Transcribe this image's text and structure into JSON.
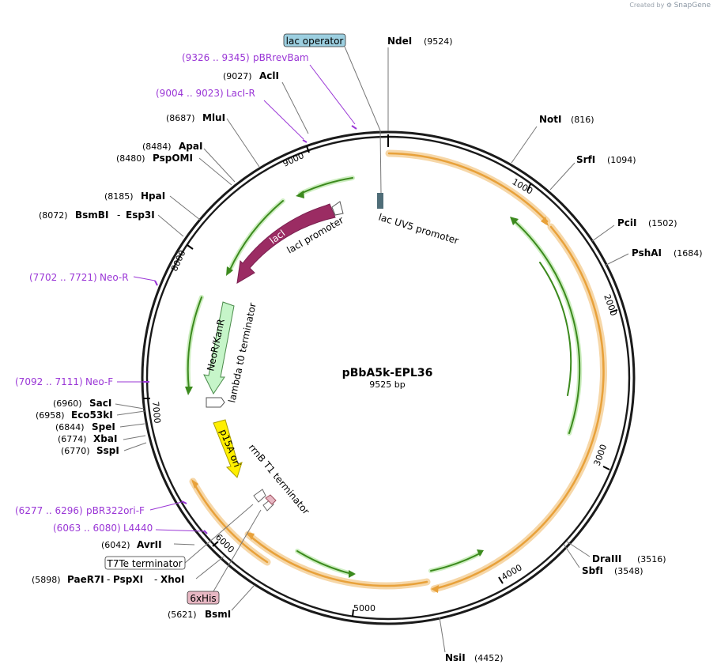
{
  "credit": {
    "prefix": "Created by",
    "brand": "SnapGene"
  },
  "plasmid": {
    "name": "pBbA5k-EPL36",
    "length_label": "9525 bp",
    "length": 9525
  },
  "restriction_sites": [
    {
      "id": "ndei",
      "name": "NdeI",
      "pos": "(9524)"
    },
    {
      "id": "noti",
      "name": "NotI",
      "pos": "(816)"
    },
    {
      "id": "srfi",
      "name": "SrfI",
      "pos": "(1094)"
    },
    {
      "id": "pcii",
      "name": "PciI",
      "pos": "(1502)"
    },
    {
      "id": "pshai",
      "name": "PshAI",
      "pos": "(1684)"
    },
    {
      "id": "draiii",
      "name": "DraIII",
      "pos": "(3516)"
    },
    {
      "id": "sbfi",
      "name": "SbfI",
      "pos": "(3548)"
    },
    {
      "id": "nsii",
      "name": "NsiI",
      "pos": "(4452)"
    },
    {
      "id": "bsmi",
      "name": "BsmI",
      "pos": "(5621)"
    },
    {
      "id": "paer7i",
      "name": "PaeR7I",
      "pos": "(5898)",
      "extra": [
        "PspXI",
        "XhoI"
      ]
    },
    {
      "id": "avrii",
      "name": "AvrII",
      "pos": "(6042)"
    },
    {
      "id": "sspi",
      "name": "SspI",
      "pos": "(6770)"
    },
    {
      "id": "xbai",
      "name": "XbaI",
      "pos": "(6774)"
    },
    {
      "id": "spei",
      "name": "SpeI",
      "pos": "(6844)"
    },
    {
      "id": "eco53ki",
      "name": "Eco53kI",
      "pos": "(6958)"
    },
    {
      "id": "saci",
      "name": "SacI",
      "pos": "(6960)"
    },
    {
      "id": "bsmbi",
      "name": "BsmBI",
      "pos": "(8072)",
      "extra": [
        "Esp3I"
      ]
    },
    {
      "id": "hpai",
      "name": "HpaI",
      "pos": "(8185)"
    },
    {
      "id": "pspomi",
      "name": "PspOMI",
      "pos": "(8480)"
    },
    {
      "id": "apai",
      "name": "ApaI",
      "pos": "(8484)"
    },
    {
      "id": "mlui",
      "name": "MluI",
      "pos": "(8687)"
    },
    {
      "id": "acli",
      "name": "AclI",
      "pos": "(9027)"
    }
  ],
  "primers": [
    {
      "id": "pbrrevbam",
      "range": "(9326 .. 9345)",
      "name": "pBRrevBam"
    },
    {
      "id": "laci-r",
      "range": "(9004 .. 9023)",
      "name": "LacI-R"
    },
    {
      "id": "neo-r",
      "range": "(7702 .. 7721)",
      "name": "Neo-R"
    },
    {
      "id": "neo-f",
      "range": "(7092 .. 7111)",
      "name": "Neo-F"
    },
    {
      "id": "pbr322ori-f",
      "range": "(6277 .. 6296)",
      "name": "pBR322ori-F"
    },
    {
      "id": "l4440",
      "range": "(6063 .. 6080)",
      "name": "L4440"
    }
  ],
  "boxed_features": {
    "lac_operator": "lac operator",
    "t7te_terminator": "T7Te terminator",
    "his_tag": "6xHis"
  },
  "features": {
    "laci": "lacI",
    "laci_promoter": "lacI promoter",
    "lac_uv5_promoter": "lac UV5 promoter",
    "neor_kanr": "NeoR/KanR",
    "lambda_t0_terminator": "lambda t0 terminator",
    "p15a_ori": "p15A ori",
    "rrnb_t1_terminator": "rrnB T1 terminator"
  },
  "ticks": [
    "1000",
    "2000",
    "3000",
    "4000",
    "5000",
    "6000",
    "7000",
    "8000",
    "9000"
  ],
  "colors": {
    "laci": "#9b2c63",
    "neor": "#c6f5c9",
    "p15a": "#ffef00",
    "orf": "#e8a13a",
    "orf_arrow": "#3c8a1e",
    "primer": "#9a36d6",
    "lac_operator_box": "#9ccfe0",
    "his_box": "#e7b7c3"
  }
}
